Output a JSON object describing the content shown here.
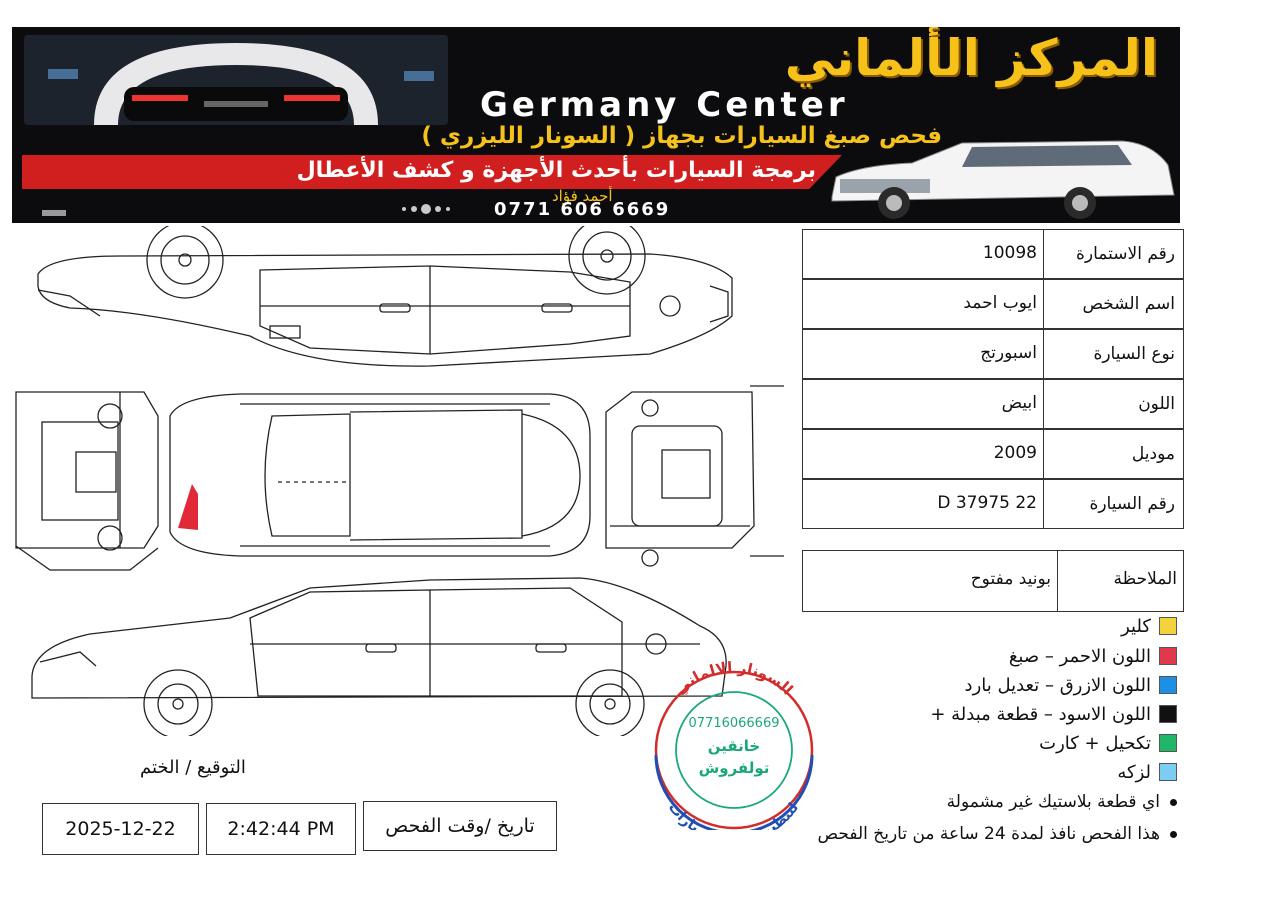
{
  "header": {
    "brand_ar": "المركز الألماني",
    "brand_en": "Germany Center",
    "service_paint": "فحص صبغ السيارات بجهاز ( السونار الليزري )",
    "service_programming": "برمجة السيارات بأحدث الأجهزة و كشف الأعطال",
    "owner_name": "أحمد فؤاد",
    "phone": "0771 606 6669"
  },
  "info": {
    "rows": [
      {
        "label": "رقم الاستمارة",
        "value": "10098"
      },
      {
        "label": "اسم الشخص",
        "value": "ايوب احمد"
      },
      {
        "label": "نوع السيارة",
        "value": "اسبورتج"
      },
      {
        "label": "اللون",
        "value": "ابيض"
      },
      {
        "label": "موديل",
        "value": "2009"
      },
      {
        "label": "رقم السيارة",
        "value": "22 D 37975"
      }
    ],
    "note_label": "الملاحظة",
    "note_value": "بونيد مفتوح"
  },
  "legend": [
    {
      "label": "كلير",
      "color": "#f2d33b"
    },
    {
      "label": "اللون الاحمر – صبغ",
      "color": "#e0394a"
    },
    {
      "label": "اللون الازرق – تعديل بارد",
      "color": "#1e8fe6"
    },
    {
      "label": "اللون الاسود – قطعة مبدلة +",
      "color": "#111111"
    },
    {
      "label": "تكحيل + كارت",
      "color": "#1fb868"
    },
    {
      "label": "لزكه",
      "color": "#7dcdf3"
    }
  ],
  "notes": [
    "اي قطعة بلاستيك غير مشمولة",
    "هذا الفحص نافذ لمدة 24 ساعة من تاريخ الفحص"
  ],
  "footer": {
    "signature_label": "التوقيع / الختم",
    "date": "2025-12-22",
    "time": "2:42:44 PM",
    "datetime_label": "تاريخ /وقت الفحص"
  },
  "stamp": {
    "outer_text": "السونار الالماني",
    "bottom_text": "لتنظيم عقود السيارات",
    "phone": "07716066669",
    "inner_line1": "خانقين",
    "inner_line2": "تولفروش"
  },
  "damage_marks": [
    {
      "panel": "rear-left",
      "color": "#e02a3a"
    }
  ],
  "colors": {
    "banner_bg": "#0c0c0f",
    "brand_gold": "#f6c21a",
    "ribbon_red": "#d11f1f",
    "stamp_red": "#d42b2b",
    "stamp_blue": "#1f4fb3",
    "stamp_green": "#1aa87a"
  }
}
